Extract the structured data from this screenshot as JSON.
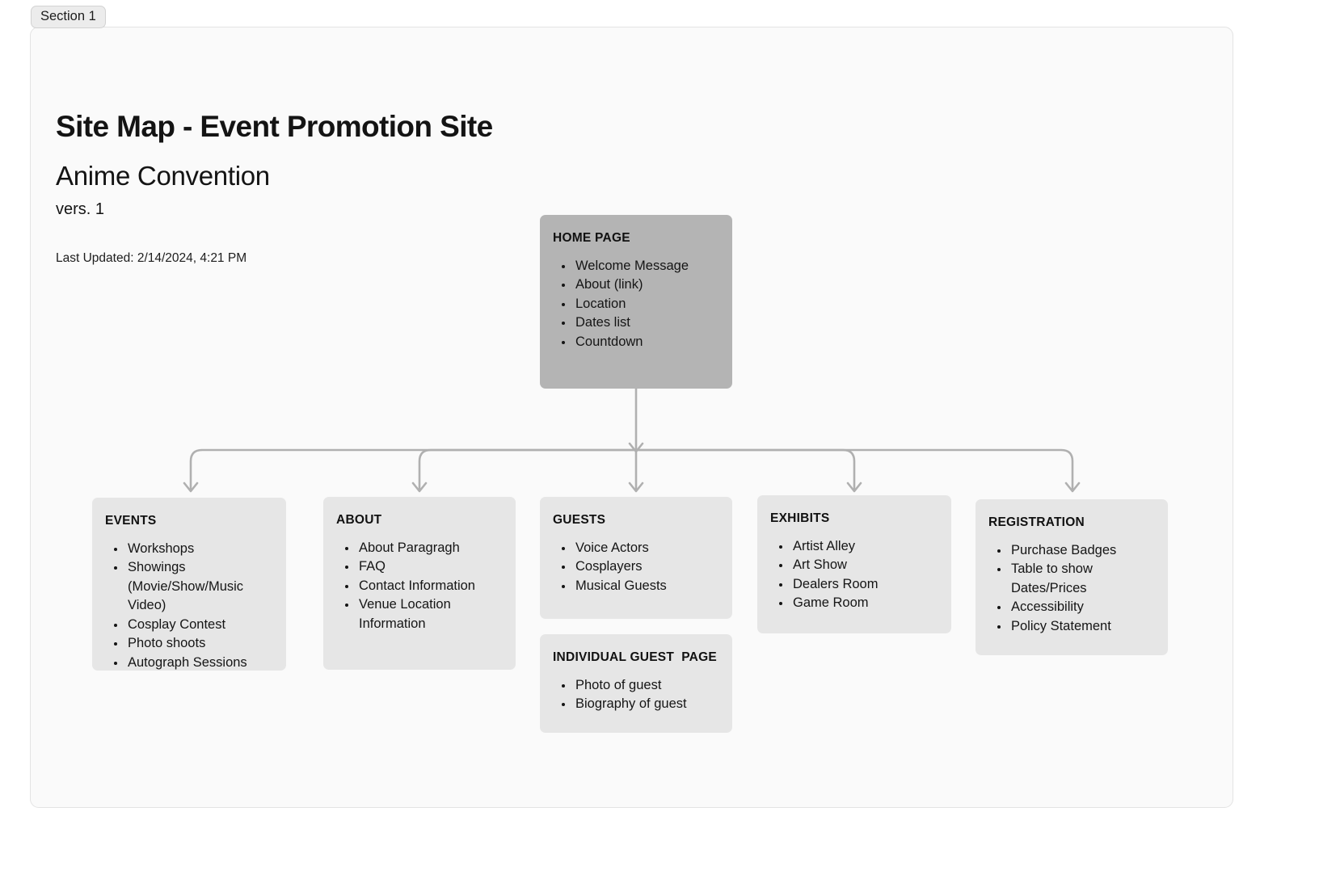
{
  "section": {
    "label": "Section 1"
  },
  "header": {
    "title": "Site Map - Event Promotion Site",
    "subtitle": "Anime Convention",
    "version": "vers. 1",
    "last_updated": "Last Updated: 2/14/2024, 4:21 PM"
  },
  "colors": {
    "page_background": "#ffffff",
    "panel_background": "#fafafa",
    "panel_border": "#e3e3e3",
    "badge_background": "#ececec",
    "node_background": "#e6e6e6",
    "root_node_background": "#b4b4b4",
    "connector": "#b0b0b0",
    "text": "#141414"
  },
  "diagram": {
    "type": "site-map-tree",
    "root": {
      "id": "home",
      "title": "HOME PAGE",
      "items": [
        "Welcome Message",
        "About (link)",
        "Location",
        "Dates list",
        "Countdown"
      ]
    },
    "children": [
      {
        "id": "events",
        "title": "EVENTS",
        "items": [
          "Workshops",
          "Showings (Movie/Show/Music Video)",
          "Cosplay Contest",
          "Photo shoots",
          "Autograph Sessions"
        ]
      },
      {
        "id": "about",
        "title": "ABOUT",
        "items": [
          "About Paragragh",
          "FAQ",
          "Contact Information",
          "Venue Location Information"
        ]
      },
      {
        "id": "guests",
        "title": "GUESTS",
        "items": [
          "Voice Actors",
          "Cosplayers",
          "Musical Guests"
        ]
      },
      {
        "id": "exhibits",
        "title": "EXHIBITS",
        "items": [
          "Artist Alley",
          "Art Show",
          "Dealers Room",
          "Game Room"
        ]
      },
      {
        "id": "registration",
        "title": "REGISTRATION",
        "items": [
          "Purchase Badges",
          "Table to show Dates/Prices",
          "Accessibility",
          "Policy Statement"
        ]
      }
    ],
    "standalone": [
      {
        "id": "individual-guest",
        "title": "INDIVIDUAL GUEST  PAGE",
        "items": [
          "Photo of guest",
          "Biography of guest"
        ]
      }
    ]
  }
}
